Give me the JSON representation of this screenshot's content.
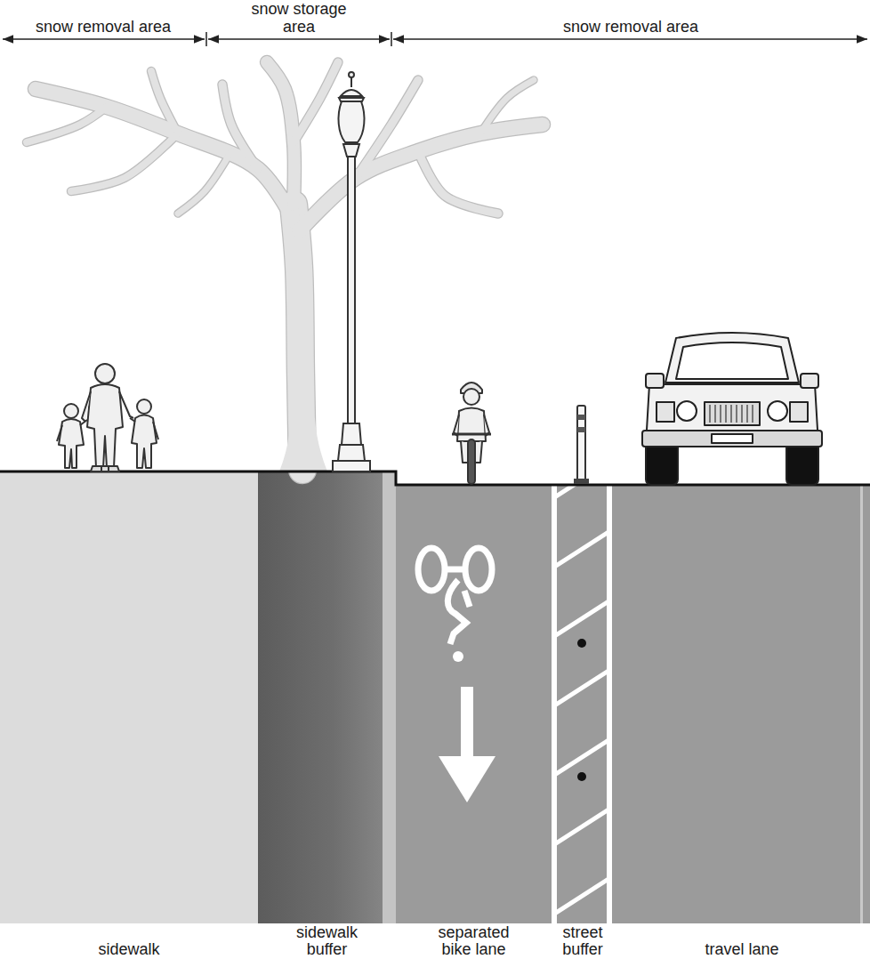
{
  "diagram": {
    "nodes": [
      {
        "text": [
          "sidewalk"
        ]
      },
      {
        "text": [
          "sidewalk buffer"
        ]
      },
      {
        "text": [
          "separated bike lane"
        ]
      },
      {
        "text": [
          "street buffer"
        ]
      },
      {
        "text": [
          "travel lane"
        ]
      }
    ],
    "labels": [
      "snow removal area",
      "snow storage area",
      "snow removal area"
    ]
  }
}
